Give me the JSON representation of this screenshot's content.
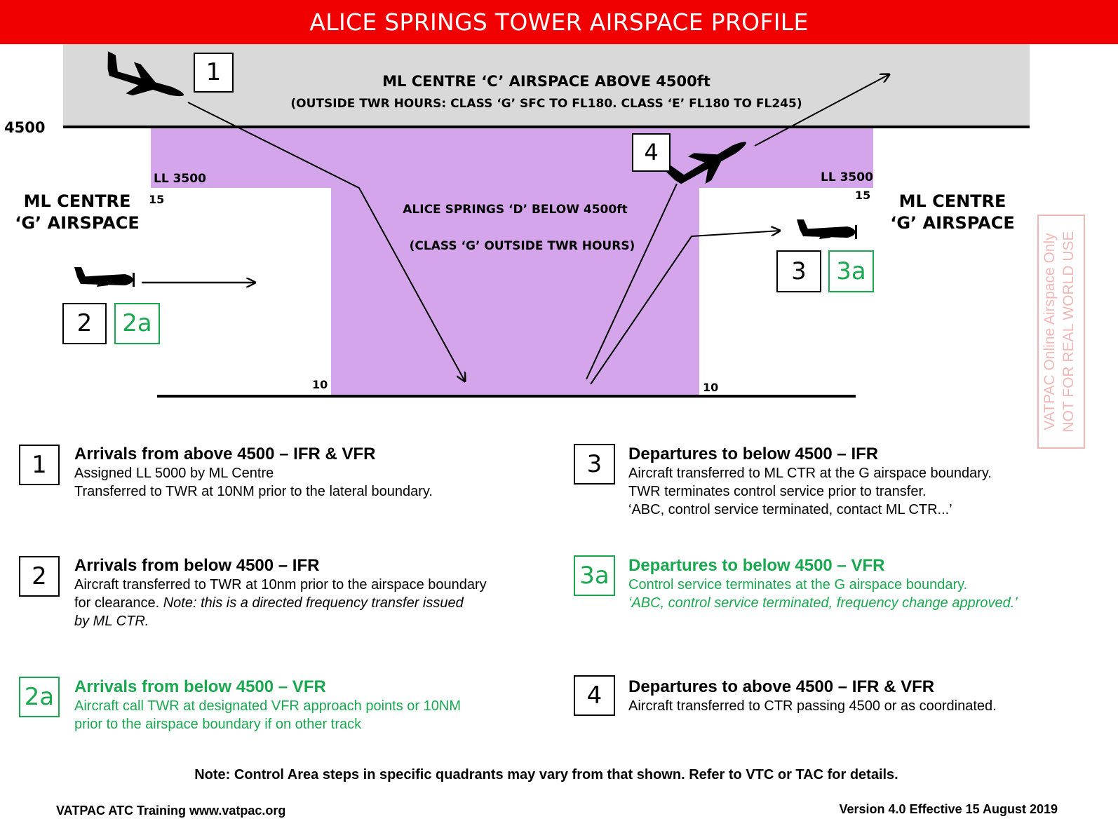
{
  "header": {
    "title": "ALICE SPRINGS TOWER AIRSPACE PROFILE",
    "bg_color": "#f00000"
  },
  "colors": {
    "class_c": "#d9d9d9",
    "class_d": "#d4a5ea",
    "green": "#19a84f",
    "watermark": "#f0b7b7"
  },
  "diagram": {
    "label_4500": "4500",
    "c_airspace_title": "ML CENTRE ‘C’ AIRSPACE ABOVE 4500ft",
    "c_airspace_sub": "(OUTSIDE TWR HOURS: CLASS ‘G’ SFC TO FL180. CLASS ‘E’ FL180 TO FL245)",
    "d_airspace_title": "ALICE SPRINGS ‘D’ BELOW 4500ft",
    "d_airspace_sub": "(CLASS ‘G’ OUTSIDE TWR HOURS)",
    "ll_left": "LL 3500",
    "ll_right": "LL 3500",
    "dist_15_left": "15",
    "dist_15_right": "15",
    "dist_10_left": "10",
    "dist_10_right": "10",
    "g_left_line1": "ML CENTRE",
    "g_left_line2": "‘G’ AIRSPACE",
    "g_right_line1": "ML CENTRE",
    "g_right_line2": "‘G’ AIRSPACE",
    "markers": {
      "m1": "1",
      "m2": "2",
      "m2a": "2a",
      "m3": "3",
      "m3a": "3a",
      "m4": "4"
    },
    "icons": [
      "jet-icon",
      "jet-icon",
      "prop-plane-icon",
      "prop-plane-icon"
    ]
  },
  "legend": [
    {
      "num": "1",
      "title": "Arrivals from above 4500 – IFR & VFR",
      "lines": [
        "Assigned LL 5000 by ML Centre",
        "Transferred to TWR at 10NM prior to the lateral boundary."
      ]
    },
    {
      "num": "2",
      "title": "Arrivals from below 4500 – IFR",
      "line1": "Aircraft transferred to TWR at 10nm prior to the airspace boundary",
      "line2a": "for clearance. ",
      "line2b": "Note: this is a directed frequency transfer issued",
      "line3": "by ML CTR."
    },
    {
      "num": "2a",
      "title": "Arrivals from below 4500 – VFR",
      "lines": [
        "Aircraft call TWR at designated VFR approach points or 10NM",
        "prior to the airspace boundary if on other track"
      ]
    },
    {
      "num": "3",
      "title": "Departures to below 4500 – IFR",
      "lines": [
        "Aircraft transferred to ML CTR at the G airspace boundary.",
        "TWR terminates control service prior to transfer.",
        "‘ABC, control service terminated, contact ML CTR...’"
      ]
    },
    {
      "num": "3a",
      "title": "Departures to below 4500 – VFR",
      "line1": "Control service terminates at the G airspace boundary.",
      "line2": "‘ABC, control service terminated, frequency change approved.’"
    },
    {
      "num": "4",
      "title": "Departures to above 4500 – IFR & VFR",
      "lines": [
        "Aircraft transferred to CTR passing 4500 or as coordinated."
      ]
    }
  ],
  "note": "Note: Control Area steps in specific quadrants may vary from that shown. Refer to VTC or TAC for details.",
  "footer": {
    "left": "VATPAC ATC Training www.vatpac.org",
    "right": "Version 4.0 Effective 15 August 2019"
  },
  "watermark": {
    "line1": "VATPAC Online Airspace Only",
    "line2": "NOT FOR REAL WORLD USE"
  }
}
